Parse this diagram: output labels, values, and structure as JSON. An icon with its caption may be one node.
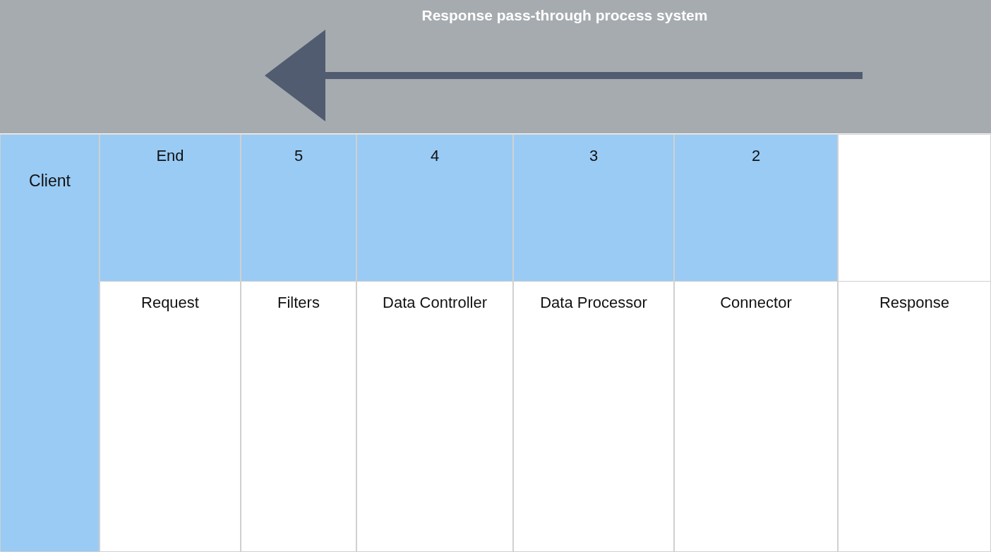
{
  "diagram": {
    "title": "Response pass-through process system",
    "nodes": [
      {
        "text": [
          "Client"
        ]
      },
      {
        "text": [
          "End"
        ]
      },
      {
        "text": [
          "5"
        ]
      },
      {
        "text": [
          "4"
        ]
      },
      {
        "text": [
          "3"
        ]
      },
      {
        "text": [
          "2"
        ]
      },
      {
        "text": [],
        "shape": "box"
      },
      {
        "text": [
          "Request"
        ]
      },
      {
        "text": [
          "Filters"
        ]
      },
      {
        "text": [
          "Data Controller"
        ]
      },
      {
        "text": [
          "Data Processor"
        ]
      },
      {
        "text": [
          "Connector"
        ]
      },
      {
        "text": [
          "Response"
        ]
      }
    ]
  }
}
